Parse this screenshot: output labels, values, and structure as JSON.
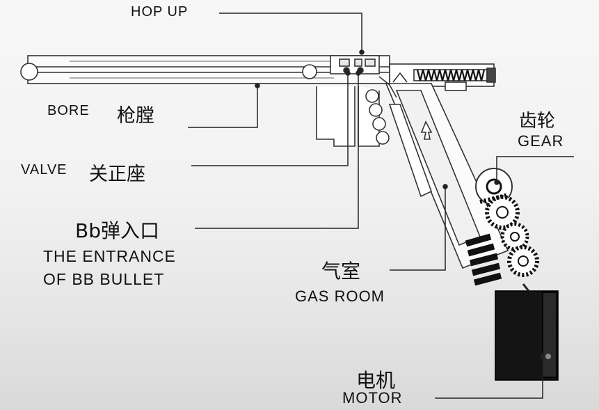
{
  "labels": {
    "hop_up": "HOP UP",
    "bore_en": "BORE",
    "bore_zh": "枪膛",
    "valve_en": "VALVE",
    "valve_zh": "关正座",
    "bb_entrance_zh": "Bb弹入口",
    "bb_entrance_en_line1": "THE ENTRANCE",
    "bb_entrance_en_line2": "OF BB BULLET",
    "gas_room_zh": "气室",
    "gas_room_en": "GAS ROOM",
    "gear_zh": "齿轮",
    "gear_en": "GEAR",
    "motor_zh": "电机",
    "motor_en": "MOTOR"
  }
}
